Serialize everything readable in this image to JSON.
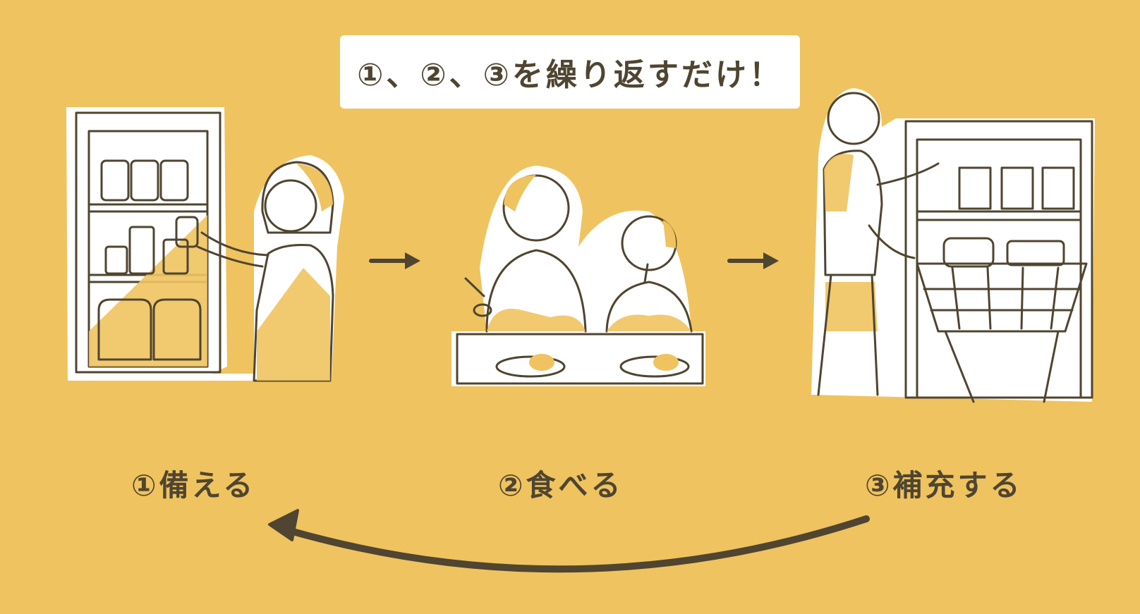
{
  "banner": {
    "text": "①、②、③を繰り返すだけ！"
  },
  "steps": [
    {
      "label": "①備える"
    },
    {
      "label": "②食べる"
    },
    {
      "label": "③補充する"
    }
  ],
  "colors": {
    "background": "#EFC35F",
    "ink": "#4F4530",
    "panel": "#FFFFFF"
  },
  "icons": {
    "arrow_1_to_2": "arrow-right-icon",
    "arrow_2_to_3": "arrow-right-icon",
    "loop_back": "curved-arrow-left-icon"
  }
}
